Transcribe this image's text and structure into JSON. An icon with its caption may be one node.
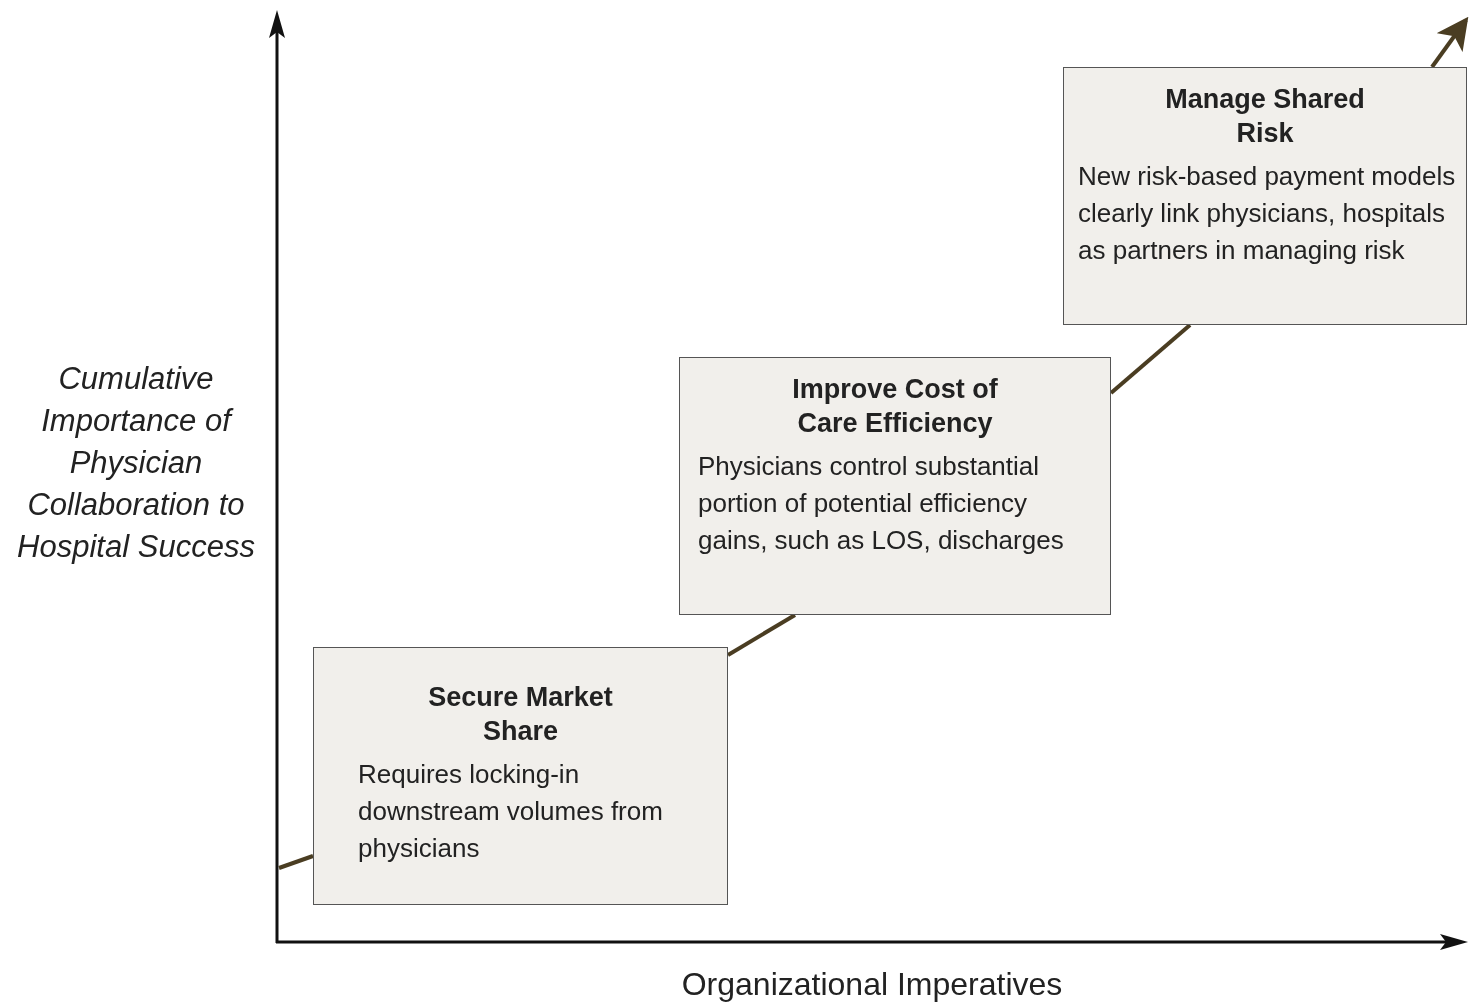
{
  "diagram": {
    "nodes": [
      {
        "text": [
          "Secure Market Share",
          "Requires locking-in downstream volumes from physicians"
        ]
      },
      {
        "text": [
          "Improve Cost of Care Efficiency",
          "Physicians control substantial portion of potential efficiency gains, such as LOS, discharges"
        ]
      },
      {
        "text": [
          "Manage Shared Risk",
          "New risk-based payment models clearly link physicians, hospitals as partners in managing risk"
        ]
      }
    ],
    "edges": [
      {
        "from": null,
        "to": 0,
        "arrow": "none"
      },
      {
        "from": 0,
        "to": 1,
        "arrow": "none"
      },
      {
        "from": 1,
        "to": 2,
        "arrow": "none"
      },
      {
        "from": 2,
        "to": null,
        "arrow": "to"
      }
    ],
    "labels": [
      "Cumulative Importance of Physician Collaboration to Hospital Success",
      "Organizational Imperatives"
    ]
  }
}
